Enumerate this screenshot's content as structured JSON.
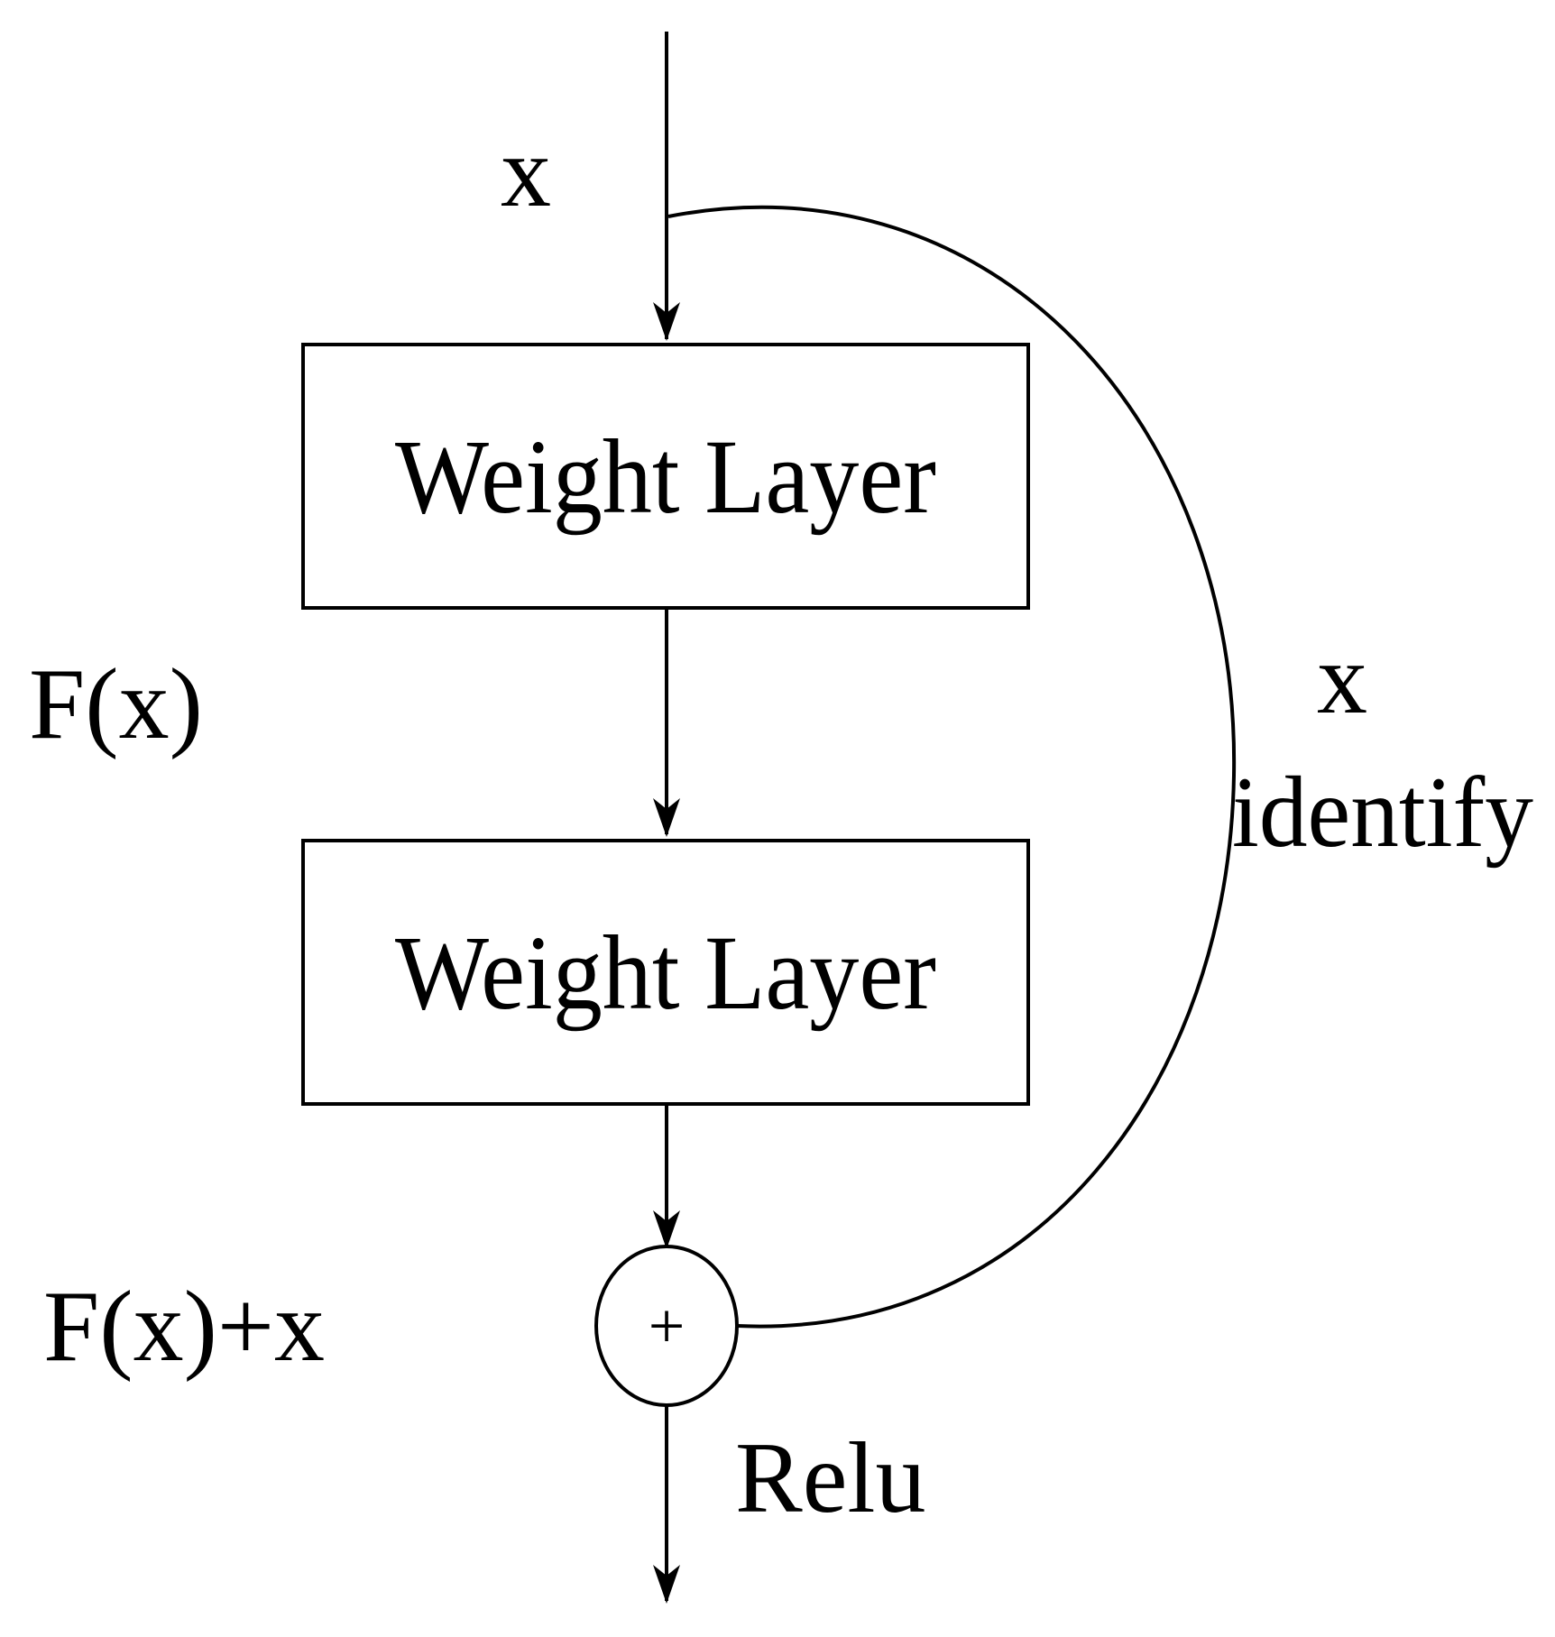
{
  "diagram": {
    "input_label": "x",
    "block1_label": "Weight Layer",
    "block2_label": "Weight Layer",
    "residual_label": "F(x)",
    "sum_label": "F(x)+x",
    "shortcut_label_top": "x",
    "shortcut_label_bottom": "identify",
    "add_symbol": "+",
    "output_label": "Relu"
  }
}
